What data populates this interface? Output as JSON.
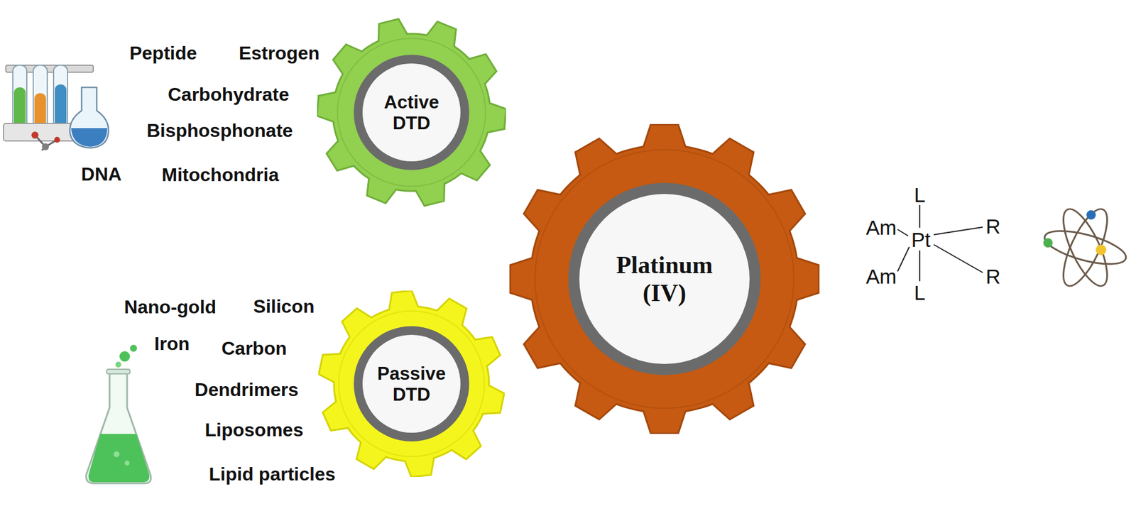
{
  "diagram": {
    "nodes": [
      {
        "text": [
          "Active DTD"
        ]
      },
      {
        "text": [
          "Passive DTD"
        ]
      },
      {
        "text": [
          "Platinum (IV)"
        ]
      }
    ],
    "labels": [
      "Peptide",
      "Estrogen",
      "Carbohydrate",
      "Bisphosphonate",
      "DNA",
      "Mitochondria",
      "Nano-gold",
      "Silicon",
      "Iron",
      "Carbon",
      "Dendrimers",
      "Liposomes",
      "Lipid particles",
      "L",
      "Am",
      "Pt",
      "R",
      "Am",
      "R",
      "L"
    ]
  }
}
